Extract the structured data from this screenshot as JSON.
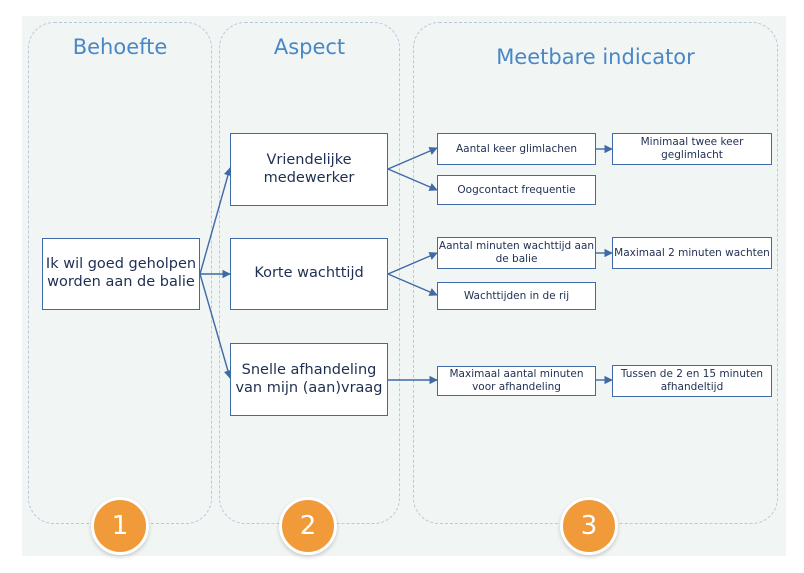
{
  "columns": [
    {
      "title": "Behoefte",
      "badge": "1"
    },
    {
      "title": "Aspect",
      "badge": "2"
    },
    {
      "title": "Meetbare indicator",
      "badge": "3"
    }
  ],
  "need": "Ik wil goed geholpen worden aan de balie",
  "aspects": [
    "Vriendelijke medewerker",
    "Korte wachttijd",
    "Snelle afhandeling van mijn (aan)vraag"
  ],
  "indicators": [
    "Aantal keer glimlachen",
    "Oogcontact frequentie",
    "Aantal minuten wachttijd aan de balie",
    "Wachttijden in de rij",
    "Maximaal aantal minuten voor afhandeling"
  ],
  "targets": [
    "Minimaal twee keer geglimlacht",
    "Maximaal 2 minuten wachten",
    "Tussen de 2 en 15 minuten afhandeltijd"
  ],
  "colors": {
    "title": "#4a87c6",
    "box_border": "#3e6aa6",
    "badge": "#f19a3a",
    "background": "#f1f5f4"
  }
}
